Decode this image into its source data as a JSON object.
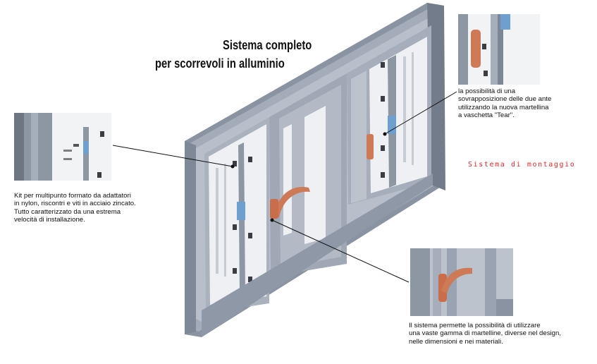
{
  "title": {
    "line1": "Sistema completo",
    "line2": "per scorrevoli in alluminio"
  },
  "side_label": "Sistema di montaggio",
  "captions": {
    "kit": [
      "Kit per multipunto formato da adattatori",
      "in nylon, riscontri  e viti in acciaio zincato.",
      "Tutto caratterizzato da una estrema",
      "velocità di installazione."
    ],
    "overlap": [
      "la possibilità di una",
      "sovrapposizione delle due ante",
      "utilizzando la nuova martellina",
      "a vaschetta \"Tear\"."
    ],
    "handles": [
      "Il sistema permette la possibilità di utilizzare",
      "una vaste gamma di martelline, diverse nel design,",
      "nelle dimensioni e nei materiali."
    ]
  },
  "colors": {
    "frame": "#9aa3b1",
    "frame_dark": "#7d8694",
    "frame_light": "#c3c9d2",
    "handle": "#cf7a56",
    "lock_blue": "#6f9fcf",
    "accent_red": "#d92b2b"
  }
}
